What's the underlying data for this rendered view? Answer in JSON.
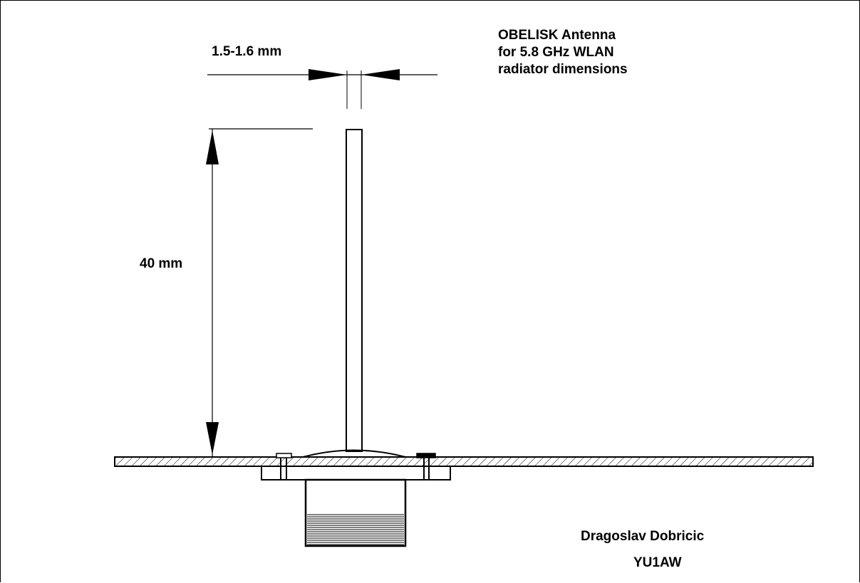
{
  "title": {
    "line1": "OBELISK Antenna",
    "line2": "for 5.8 GHz WLAN",
    "line3": "radiator dimensions"
  },
  "dimensions": {
    "width_label": "1.5-1.6 mm",
    "height_label": "40 mm"
  },
  "credits": {
    "author": "Dragoslav Dobricic",
    "callsign": "YU1AW"
  },
  "colors": {
    "line": "#000000",
    "background": "#ffffff"
  }
}
